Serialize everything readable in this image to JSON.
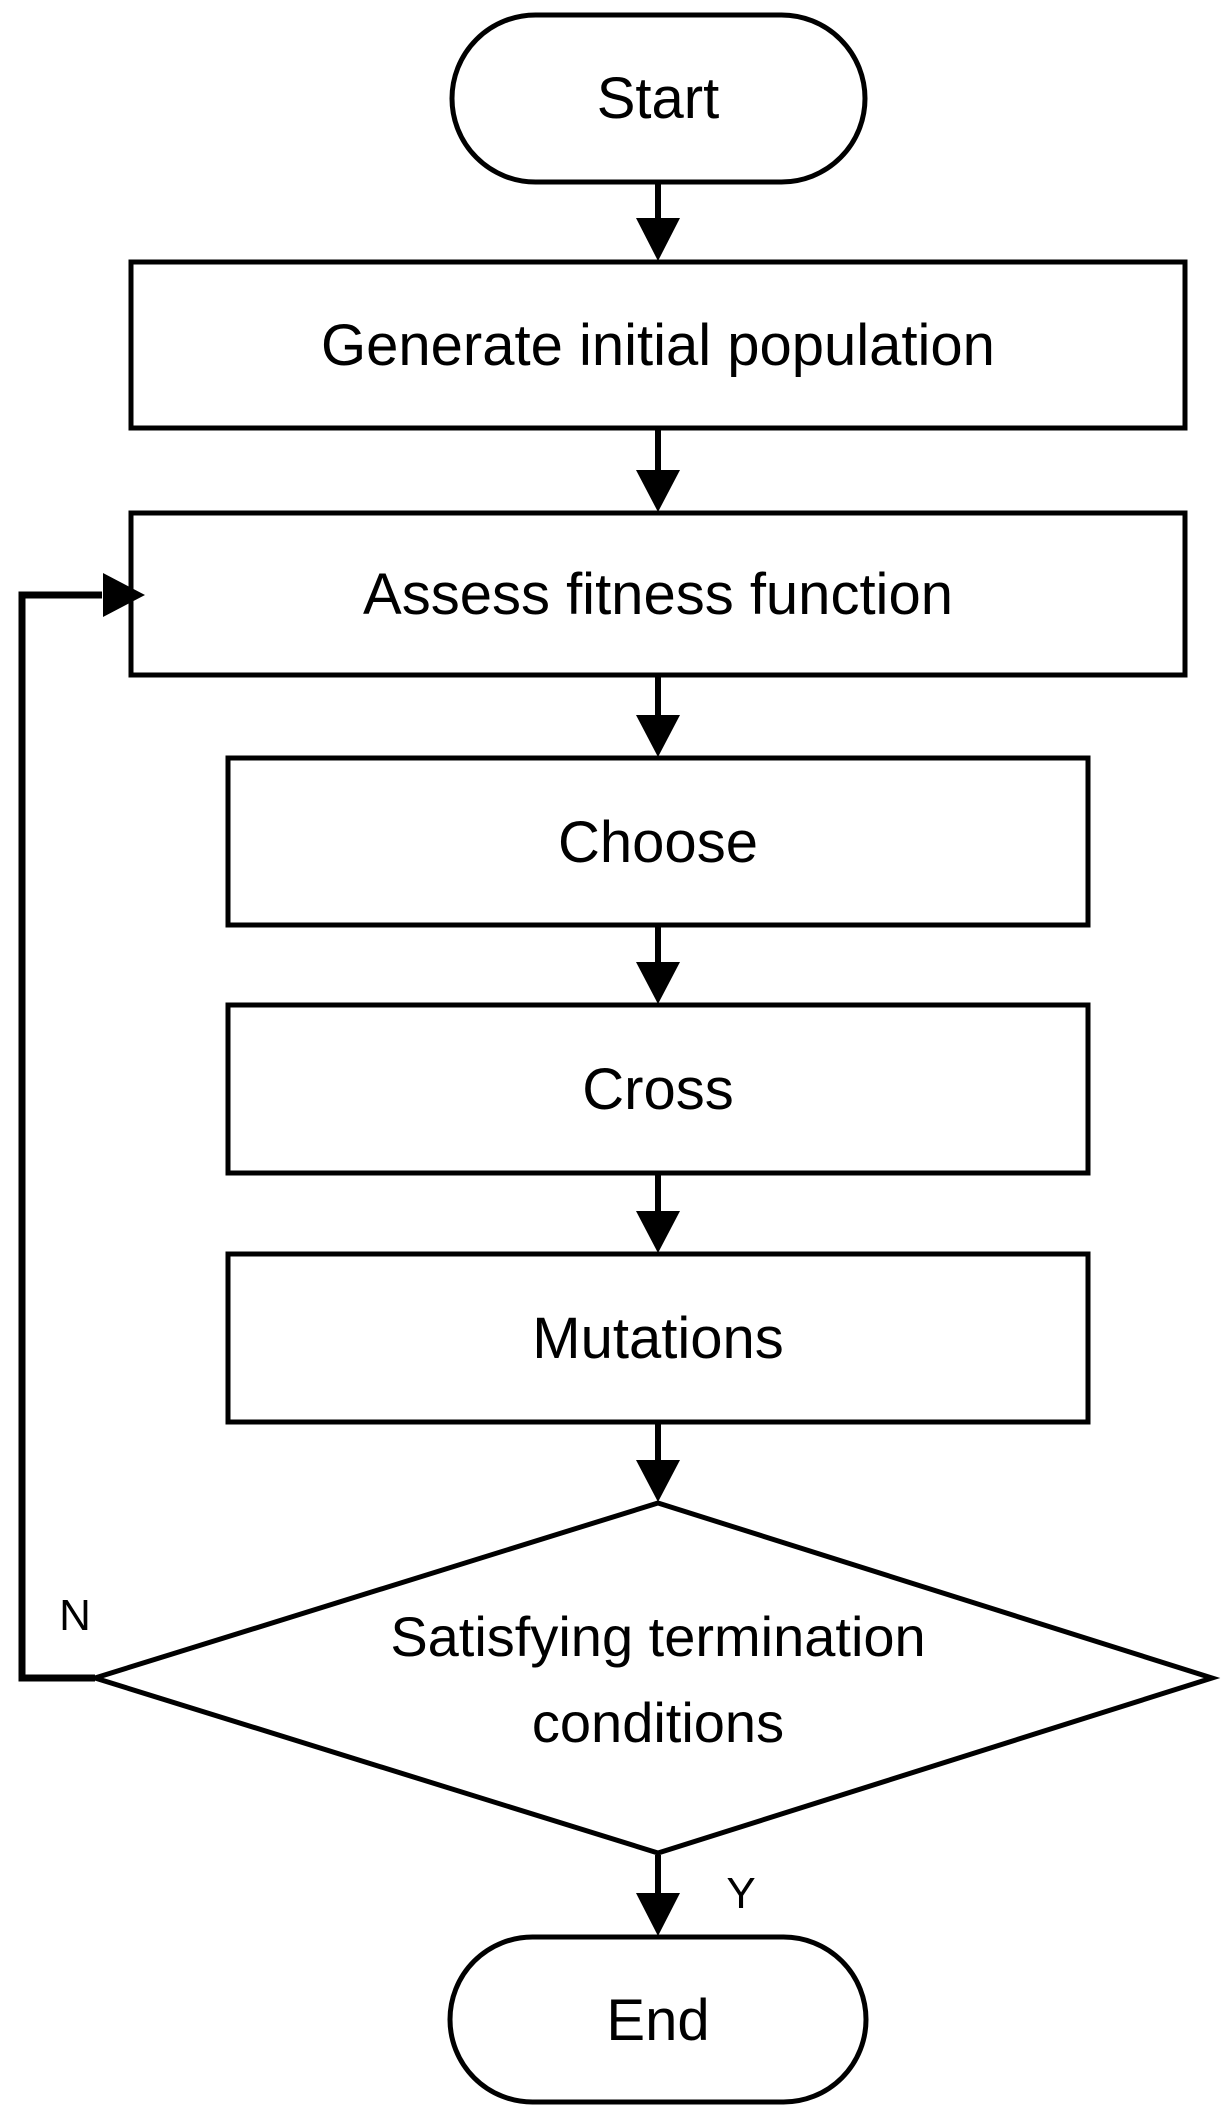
{
  "flowchart": {
    "nodes": {
      "start": {
        "type": "terminator",
        "label": "Start"
      },
      "generate_initial_population": {
        "type": "process",
        "label": "Generate initial population"
      },
      "assess_fitness_function": {
        "type": "process",
        "label": "Assess fitness function"
      },
      "choose": {
        "type": "process",
        "label": "Choose"
      },
      "cross": {
        "type": "process",
        "label": "Cross"
      },
      "mutations": {
        "type": "process",
        "label": "Mutations"
      },
      "decision": {
        "type": "decision",
        "label_lines": [
          "Satisfying termination",
          "conditions"
        ]
      },
      "end": {
        "type": "terminator",
        "label": "End"
      }
    },
    "branch_labels": {
      "no": "N",
      "yes": "Y"
    },
    "colors": {
      "stroke": "#000000",
      "node_fill": "#ffffff",
      "background": "#ffffff"
    }
  }
}
